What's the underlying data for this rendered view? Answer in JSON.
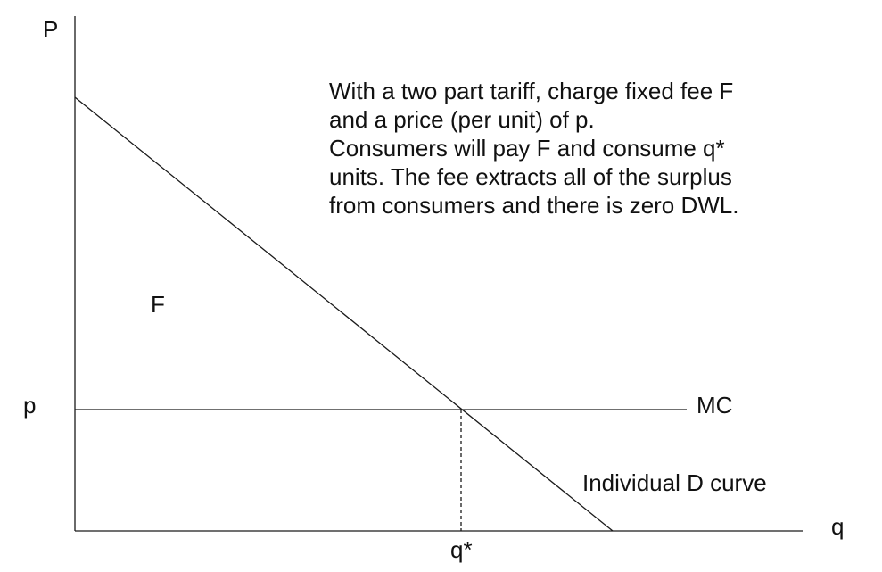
{
  "colors": {
    "line": "#1a1a1a",
    "text": "#111111",
    "background": "#ffffff"
  },
  "axes": {
    "y_label": "P",
    "x_label": "q"
  },
  "labels": {
    "price": "p",
    "quantity": "q*",
    "fee_area": "F",
    "mc_curve": "MC",
    "demand_curve": "Individual D curve"
  },
  "annotation": {
    "lines": [
      "With a two part tariff, charge fixed fee F",
      "and a price (per unit) of p.",
      "Consumers will pay F and consume q*",
      "units. The fee extracts all of the surplus",
      "from consumers and there is zero DWL."
    ]
  }
}
